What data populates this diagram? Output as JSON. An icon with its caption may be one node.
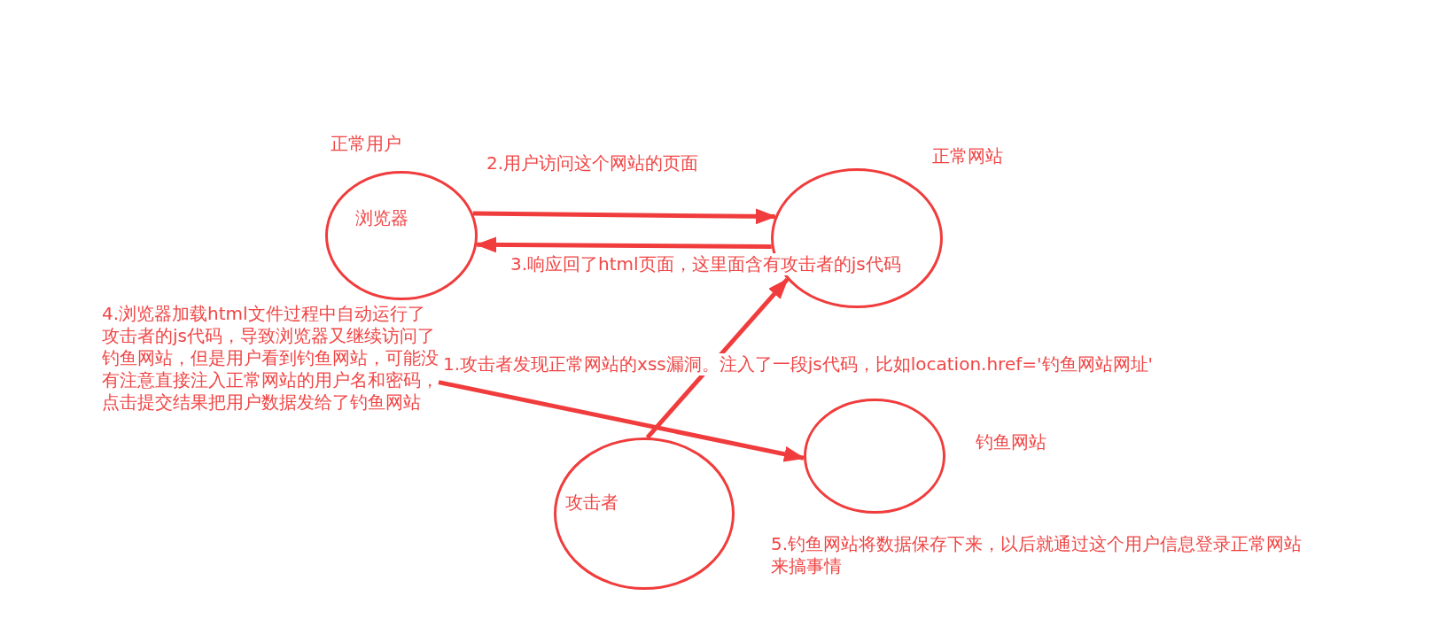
{
  "diagram": {
    "nodes": [
      {
        "text": [
          "正常用户",
          "浏览器"
        ]
      },
      {
        "text": [
          "正常网站"
        ]
      },
      {
        "text": [
          "钓鱼网站"
        ]
      },
      {
        "text": [
          "攻击者"
        ]
      },
      {
        "text": [
          "4.浏览器加载html文件过程中自动运行了攻击者的js代码，导致浏览器又继续访问了钓鱼网站，但是用户看到钓鱼网站，可能没有注意直接注入正常网站的用户名和密码，点击提交结果把用户数据发给了钓鱼网站"
        ]
      }
    ],
    "edges": [
      {
        "from": 0,
        "to": 1,
        "arrow": "to",
        "label": "2.用户访问这个网站的页面"
      },
      {
        "from": 1,
        "to": 0,
        "arrow": "to",
        "label": "3.响应回了html页面，这里面含有攻击者的js代码"
      },
      {
        "from": 3,
        "to": 1,
        "arrow": "to",
        "label": "1.攻击者发现正常网站的xss漏洞。注入了一段js代码，比如location.href='钓鱼网站网址'"
      },
      {
        "from": 4,
        "to": 2,
        "arrow": "to"
      }
    ],
    "labels": [
      "5.钓鱼网站将数据保存下来，以后就通过这个用户信息登录正常网站来搞事情"
    ]
  }
}
